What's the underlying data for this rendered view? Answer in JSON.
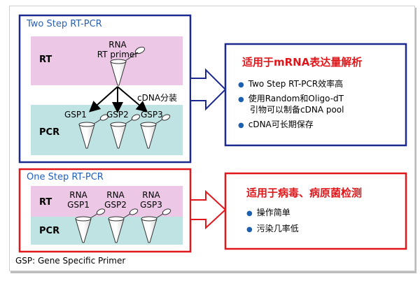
{
  "two_step": {
    "title": "Two Step RT-PCR",
    "rt_label": "RT",
    "pcr_label": "PCR",
    "rna_label": "RNA",
    "primer_label": "RT primer",
    "split_label": "cDNA分装",
    "gsp": [
      "GSP1",
      "GSP2",
      "GSP3"
    ],
    "heading": "适用于mRNA表达量解析",
    "bullets": [
      "Two Step RT-PCR效率高",
      "使用Random和Oligo-dT",
      "引物可以制备cDNA pool",
      "cDNA可长期保存"
    ]
  },
  "one_step": {
    "title": "One Step RT-PCR",
    "rt_label": "RT",
    "pcr_label": "PCR",
    "rna": [
      "RNA",
      "RNA",
      "RNA"
    ],
    "gsp": [
      "GSP1",
      "GSP2",
      "GSP3"
    ],
    "heading": "适用于病毒、病原菌检测",
    "bullets": [
      "操作简单",
      "污染几率低"
    ]
  },
  "footer": "GSP: Gene Specific Primer",
  "colors": {
    "blue": "#1c2a8f",
    "red": "#e0181c",
    "pink": "#ecc8e6",
    "teal": "#bfe3e3",
    "bullet": "#1b5fb0"
  }
}
